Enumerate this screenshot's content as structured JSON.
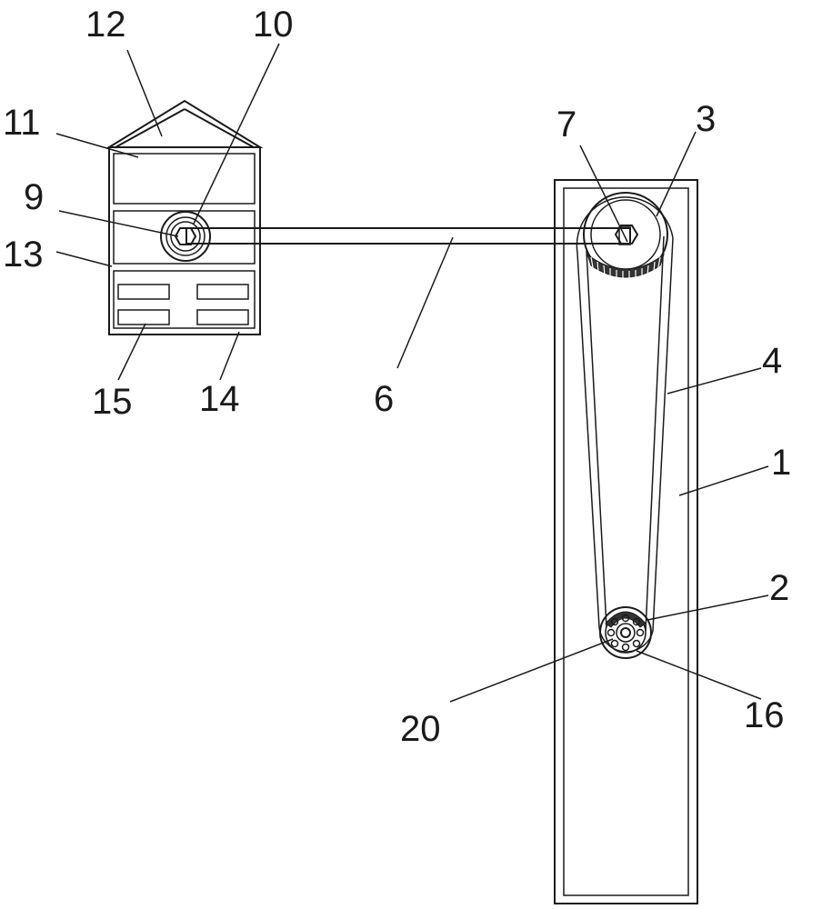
{
  "labels": {
    "l1": "1",
    "l2": "2",
    "l3": "3",
    "l4": "4",
    "l6": "6",
    "l7": "7",
    "l9": "9",
    "l10": "10",
    "l11": "11",
    "l12": "12",
    "l13": "13",
    "l14": "14",
    "l15": "15",
    "l16": "16",
    "l20": "20"
  }
}
